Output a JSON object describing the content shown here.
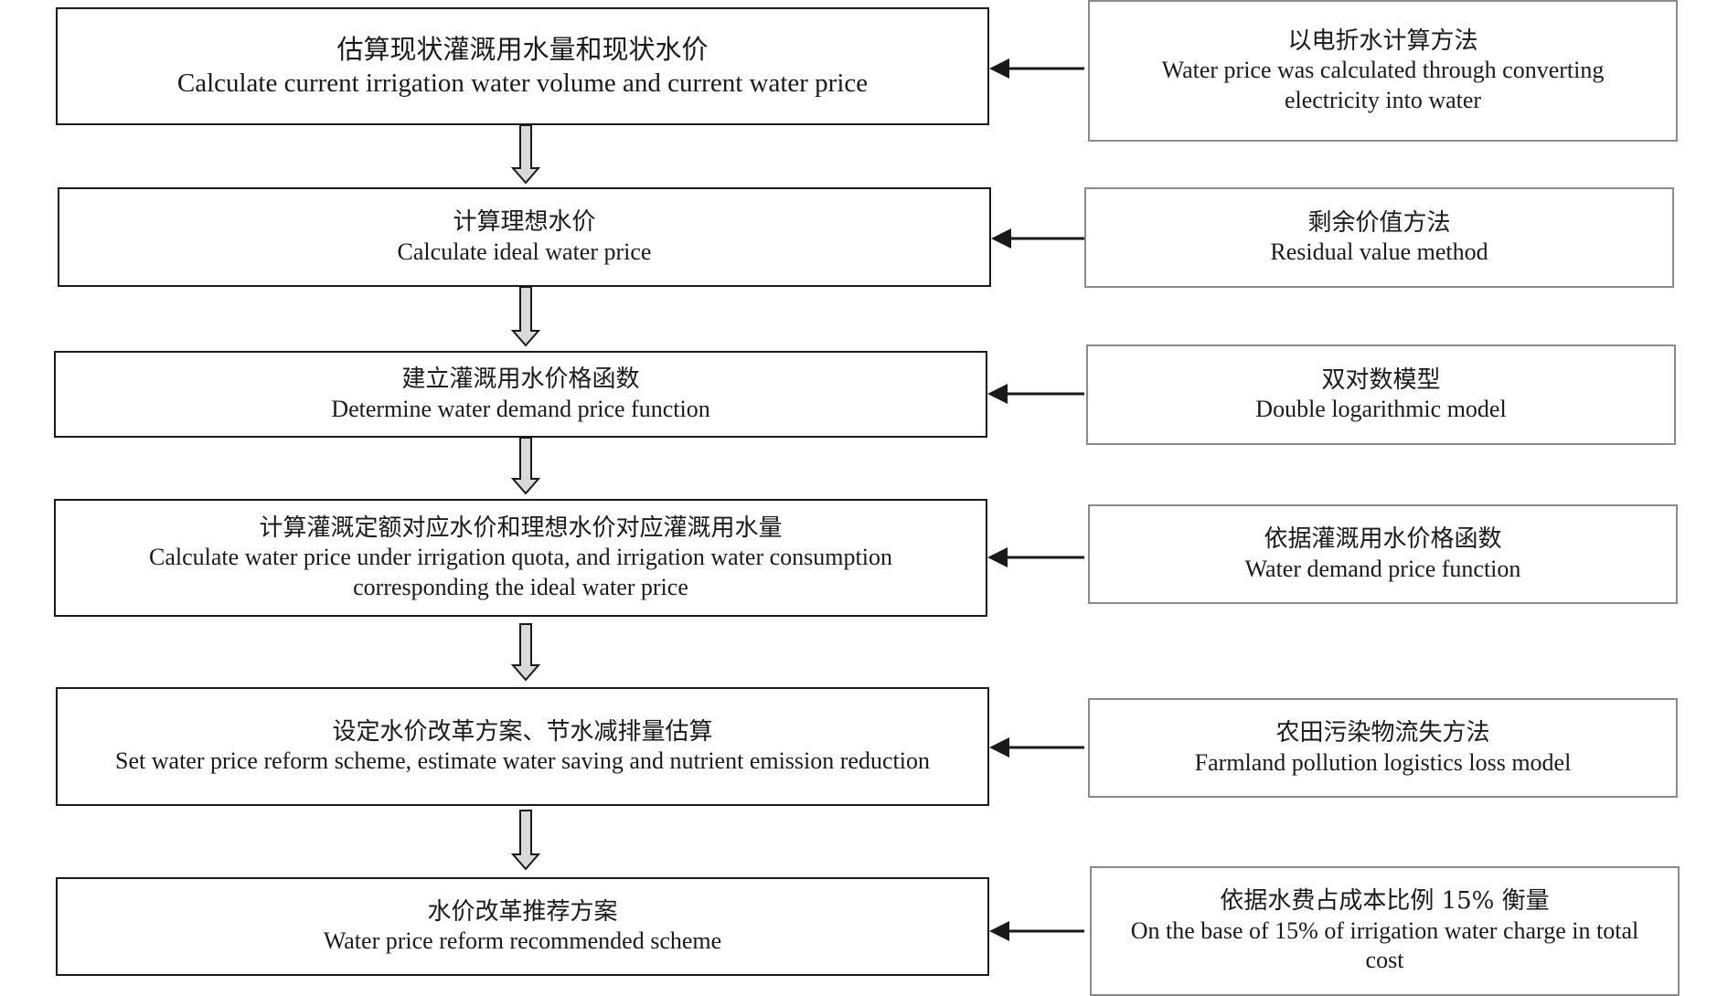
{
  "steps": [
    {
      "zh": "估算现状灌溉用水量和现状水价",
      "en": "Calculate current irrigation water volume and current water price"
    },
    {
      "zh": "计算理想水价",
      "en": "Calculate ideal water price"
    },
    {
      "zh": "建立灌溉用水价格函数",
      "en": "Determine water demand price function"
    },
    {
      "zh": "计算灌溉定额对应水价和理想水价对应灌溉用水量",
      "en": "Calculate water price under irrigation quota, and irrigation water consumption corresponding the ideal water price"
    },
    {
      "zh": "设定水价改革方案、节水减排量估算",
      "en": "Set water price reform scheme, estimate water saving and nutrient emission reduction"
    },
    {
      "zh": "水价改革推荐方案",
      "en": "Water price reform recommended scheme"
    }
  ],
  "methods": [
    {
      "zh": "以电折水计算方法",
      "en": "Water price was calculated through converting electricity into water"
    },
    {
      "zh": "剩余价值方法",
      "en": "Residual value method"
    },
    {
      "zh": "双对数模型",
      "en": "Double logarithmic model"
    },
    {
      "zh": "依据灌溉用水价格函数",
      "en": "Water demand price function"
    },
    {
      "zh": "农田污染物流失方法",
      "en": "Farmland pollution logistics loss model"
    },
    {
      "zh": "依据水费占成本比例 15% 衡量",
      "en": "On the base of 15% of irrigation water charge in total cost"
    }
  ],
  "colors": {
    "main_border": "#1a1a1a",
    "method_border": "#8a8a8a",
    "arrow_fill": "#d9d9d9"
  }
}
